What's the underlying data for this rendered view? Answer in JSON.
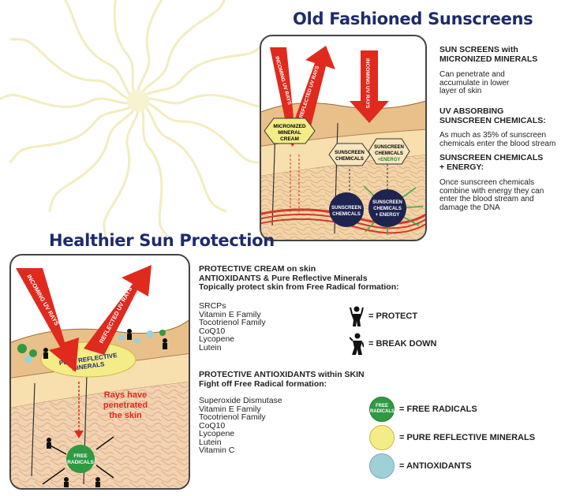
{
  "titles": {
    "old": "Old Fashioned Sunscreens",
    "new": "Healthier Sun Protection"
  },
  "old_diagram": {
    "incoming": "INCOMING UV RAYS",
    "reflected": "REFLECTED UV RAYS",
    "incoming2": "INCOMING UV RAYS",
    "mineral_line1": "MICRONIZED",
    "mineral_line2": "MINERAL",
    "mineral_line3": "CREAM",
    "chem_line1": "SUNSCREEN",
    "chem_line2": "CHEMICALS",
    "chemE_line1": "SUNSCREEN",
    "chemE_line2": "CHEMICALS",
    "chemE_line3": "+ENERGY",
    "blood1_line1": "SUNSCREEN",
    "blood1_line2": "CHEMICALS",
    "blood2_line1": "SUNSCREEN",
    "blood2_line2": "CHEMICALS",
    "blood2_line3": "+ ENERGY"
  },
  "old_text": {
    "h1a": "SUN SCREENS with",
    "h1b": "MICRONIZED MINERALS",
    "p1a": "Can penetrate and",
    "p1b": "accumulate in lower",
    "p1c": "layer of skin",
    "h2a": "UV ABSORBING",
    "h2b": "SUNSCREEN CHEMICALS:",
    "p2a": "As much as 35% of sunscreen",
    "p2b": "chemicals enter the blood stream",
    "h3a": "SUNSCREEN CHEMICALS",
    "h3b": "+ ENERGY:",
    "p3a": "Once sunscreen chemicals",
    "p3b": "combine with energy they can",
    "p3c": "enter the blood stream and",
    "p3d": "damage the DNA"
  },
  "new_diagram": {
    "incoming": "INCOMING UV RAYS",
    "reflected": "REFLECTED UV RAYS",
    "minerals_line1": "PURE REFLECTIVE",
    "minerals_line2": "MINERALS",
    "rays_line1": "Rays have",
    "rays_line2": "penetrated",
    "rays_line3": "the skin",
    "free_line1": "FREE",
    "free_line2": "RADICALS"
  },
  "new_text": {
    "h1a": "PROTECTIVE CREAM on skin",
    "h1b": "ANTIOXIDANTS & Pure Reflective Minerals",
    "h1c": "Topically protect skin from Free Radical formation:",
    "list1": [
      "SRCPs",
      "Vitamin E Family",
      "Tocotrienol Family",
      "CoQ10",
      "Lycopene",
      "Lutein"
    ],
    "protect": "= PROTECT",
    "breakdown": "= BREAK DOWN",
    "h2a": "PROTECTIVE ANTIOXIDANTS within SKIN",
    "h2b": "Fight off Free Radical formation:",
    "list2": [
      "Superoxide Dismutase",
      "Vitamin E Family",
      "Tocotrienol Family",
      "CoQ10",
      "Lycopene",
      "Lutein",
      "Vitamin C"
    ]
  },
  "legend": {
    "free_dot_line1": "FREE",
    "free_dot_line2": "RADICALS",
    "free": "= FREE RADICALS",
    "minerals": "= PURE REFLECTIVE MINERALS",
    "antioxidants": "= ANTIOXIDANTS"
  },
  "colors": {
    "title": "#1e2b6b",
    "ray_red": "#e02a1e",
    "skin_top": "#e7bb7c",
    "skin_mid": "#f5d9a3",
    "skin_low": "#f0c9a0",
    "mineral_yellow": "#f4ec86",
    "free_green": "#2f9a42",
    "antioxidant_blue": "#9fd0d8",
    "blood_navy": "#1e2350"
  }
}
